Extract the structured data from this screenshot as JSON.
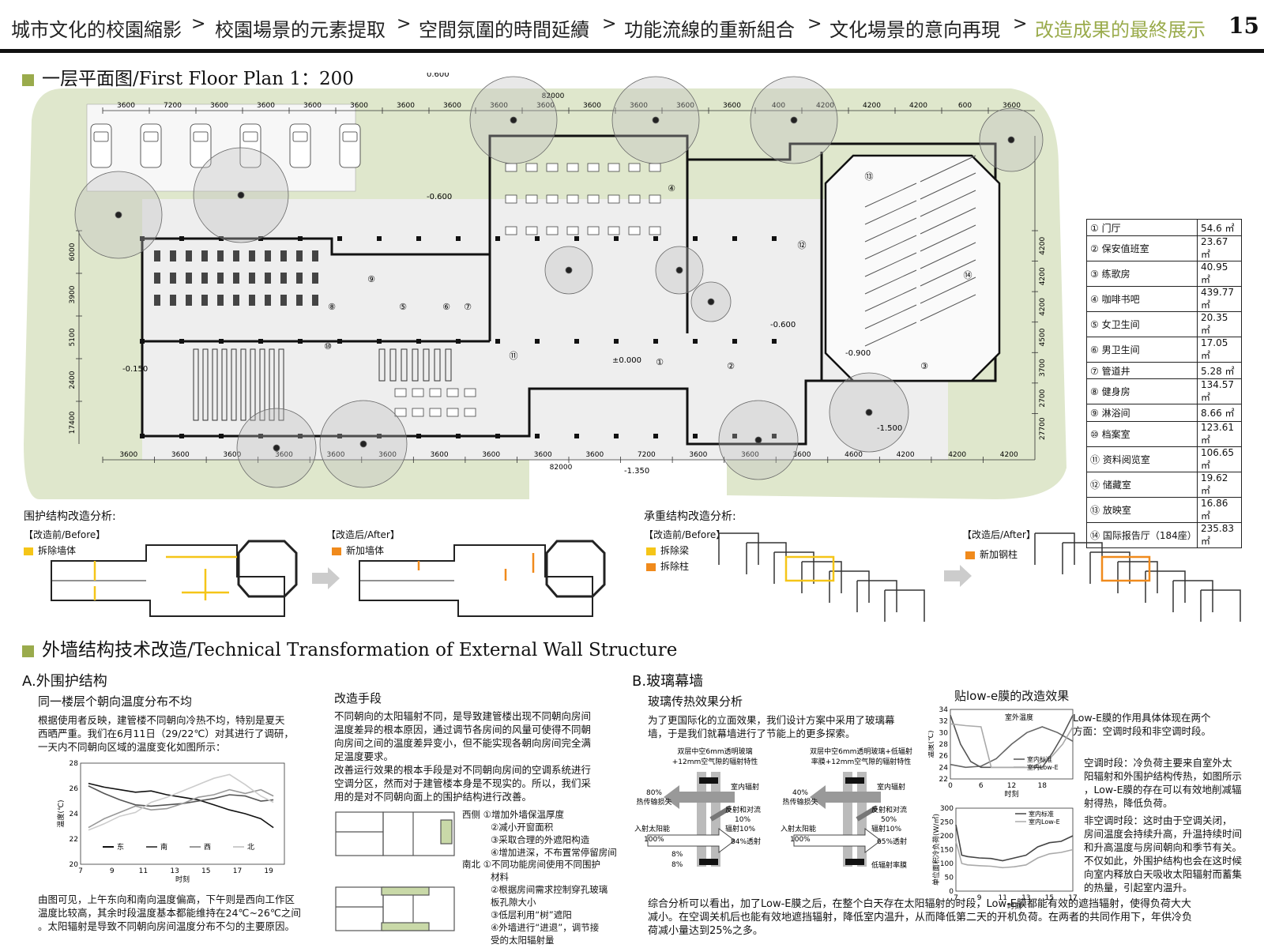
{
  "nav": {
    "items": [
      "城市文化的校園縮影",
      "校園場景的元素提取",
      "空間氛圍的時間延續",
      "功能流線的重新組合",
      "文化場景的意向再現",
      "改造成果的最終展示"
    ],
    "separator": ">",
    "page_number": "15"
  },
  "plan": {
    "title": "一层平面图/First Floor Plan 1：200",
    "elevations": [
      "0.600",
      "-0.600",
      "-0.600",
      "±0.000",
      "-0.150",
      "-0.900",
      "-1.500",
      "-1.350"
    ],
    "dims_top": [
      "3600",
      "7200",
      "3600",
      "3600",
      "3600",
      "3600",
      "3600",
      "3600",
      "3600",
      "3600",
      "3600",
      "3600",
      "3600",
      "3600",
      "400",
      "4200",
      "4200",
      "4200",
      "600",
      "3600"
    ],
    "dim_total_top": "82000",
    "dims_bottom": [
      "3600",
      "3600",
      "3600",
      "3600",
      "3600",
      "3600",
      "3600",
      "3600",
      "3600",
      "3600",
      "7200",
      "3600",
      "3600",
      "3600",
      "4600",
      "4200",
      "4200",
      "4200"
    ],
    "dim_total_bottom": "82000",
    "dims_left": [
      "6000",
      "3900",
      "5100",
      "2400",
      "17400"
    ],
    "dims_right": [
      "4200",
      "4200",
      "4200",
      "4500",
      "3700",
      "2700",
      "27700"
    ],
    "room_labels": [
      "①",
      "②",
      "③",
      "④",
      "⑤",
      "⑥",
      "⑦",
      "⑧",
      "⑨",
      "⑩",
      "⑪",
      "⑫",
      "⑬",
      "⑭"
    ]
  },
  "rooms_table": [
    {
      "no": "①",
      "name": "门厅",
      "area": "54.6 ㎡"
    },
    {
      "no": "②",
      "name": "保安值班室",
      "area": "23.67 ㎡"
    },
    {
      "no": "③",
      "name": "练歌房",
      "area": "40.95 ㎡"
    },
    {
      "no": "④",
      "name": "咖啡书吧",
      "area": "439.77 ㎡"
    },
    {
      "no": "⑤",
      "name": "女卫生间",
      "area": "20.35 ㎡"
    },
    {
      "no": "⑥",
      "name": "男卫生间",
      "area": "17.05 ㎡"
    },
    {
      "no": "⑦",
      "name": "管道井",
      "area": "5.28 ㎡"
    },
    {
      "no": "⑧",
      "name": "健身房",
      "area": "134.57 ㎡"
    },
    {
      "no": "⑨",
      "name": "淋浴间",
      "area": "8.66 ㎡"
    },
    {
      "no": "⑩",
      "name": "档案室",
      "area": "123.61 ㎡"
    },
    {
      "no": "⑪",
      "name": "资料阅览室",
      "area": "106.65 ㎡"
    },
    {
      "no": "⑫",
      "name": "储藏室",
      "area": "19.62 ㎡"
    },
    {
      "no": "⑬",
      "name": "放映室",
      "area": "16.86 ㎡"
    },
    {
      "no": "⑭",
      "name": "国际报告厅（184座）",
      "area": "235.83 ㎡"
    }
  ],
  "enclosure": {
    "title": "围护结构改造分析:",
    "before": "【改造前/Before】",
    "before_legend": "拆除墙体",
    "after": "【改造后/After】",
    "after_legend": "新加墙体"
  },
  "bearing": {
    "title": "承重结构改造分析:",
    "before": "【改造前/Before】",
    "legend1": "拆除梁",
    "legend2": "拆除柱",
    "after": "【改造后/After】",
    "after_legend": "新加钢柱"
  },
  "colors": {
    "accent": "#9aab4c",
    "remove": "#f5c518",
    "add": "#f08a1c",
    "green": "#dfe7cc"
  },
  "wall": {
    "title": "外墙结构技术改造/Technical Transformation of External Wall Structure",
    "A_title": "A.外围护结构",
    "A_sub": "同一楼层个朝向温度分布不均",
    "A_p1": [
      "根据使用者反映，建管楼不同朝向冷热不均，特别是夏天",
      "西晒严重。我们在6月11日（29/22℃）对其进行了调研，",
      "一天内不同朝向区域的温度变化如图所示："
    ],
    "A_p2": [
      "由图可见，上午东向和南向温度偏高，下午则是西向工作区",
      "温度比较高，其余时段温度基本都能维持在24℃~26℃之间",
      "。太阳辐射是导致不同朝向房间温度分布不匀的主要原因。"
    ],
    "method_title": "改造手段",
    "method_p": [
      "不同朝向的太阳辐射不同，是导致建管楼出现不同朝向房间",
      "温度差异的根本原因，通过调节各房间的风量可使得不同朝",
      "向房间之间的温度差异变小，但不能实现各朝向房间完全满",
      "足温度要求。",
      "改善运行效果的根本手段是对不同朝向房间的空调系统进行",
      "空调分区，然而对于建管楼本身是不现实的。所以，我们采",
      "用的是对不同朝向面上的围护结构进行改善。"
    ],
    "west_label": "西侧",
    "west_items": [
      "①增加外墙保温厚度",
      "②减小开窗面积",
      "③采取合理的外遮阳构造",
      "④增加进深，不布置常停留房间"
    ],
    "ns_label": "南北",
    "ns_items": [
      "①不同功能房间使用不同围护",
      "材料",
      "②根据房间需求控制穿孔玻璃",
      "板孔隙大小",
      "③低层利用“树”遮阳",
      "④外墙进行“进退”，调节接",
      "受的太阳辐射量"
    ],
    "B_title": "B.玻璃幕墙",
    "B_sub": "玻璃传热效果分析",
    "B_p1": [
      "为了更国际化的立面效果，我们设计方案中采用了玻璃幕",
      "墙，于是我们就幕墙进行了节能上的更多探索。"
    ],
    "glass1_title": [
      "双层中空6mm透明玻璃",
      "+12mm空气隙的辐射特性"
    ],
    "glass1": {
      "loss": "80%",
      "loss_label": "热传输损失",
      "indoor": "室内辐射",
      "refl": "反射和对流",
      "refl_pct": "10%",
      "rad": "辐射10%",
      "in_label": "入射太阳能",
      "in_pct": "100%",
      "trans": "84%透射",
      "r1": "8%",
      "r2": "8%"
    },
    "glass2_title": [
      "双层中空6mm透明玻璃+低辐射",
      "率膜+12mm空气隙的辐射特性"
    ],
    "glass2": {
      "loss": "40%",
      "loss_label": "热传输损失",
      "indoor": "室内辐射",
      "refl": "反射和对流",
      "refl_pct": "50%",
      "rad": "辐射10%",
      "in_label": "入射太阳能",
      "in_pct": "100%",
      "trans": "65%透射",
      "film": "低辐射率膜"
    },
    "lowe_title": "贴low-e膜的改造效果",
    "lowe_p1": [
      "Low-E膜的作用具体体现在两个",
      "方面：空调时段和非空调时段。"
    ],
    "lowe_p2": [
      "空调时段：冷负荷主要来自室外太",
      "阳辐射和外围护结构传热，如图所示",
      "，Low-E膜的存在可以有效地削减辐",
      "射得热，降低负荷。"
    ],
    "lowe_p3": [
      "非空调时段：这时由于空调关闭，",
      "房间温度会持续升高，升温持续时间",
      "和升高温度与房间朝向和季节有关。",
      "不仅如此，外围护结构也会在这时候",
      "向室内释放白天吸收太阳辐射而蓄集",
      "的热量，引起室内温升。"
    ],
    "conclusion": [
      "综合分析可以看出，加了Low-E膜之后，在整个白天存在太阳辐射的时段，Low-E膜都能有效的遮挡辐射，使得负荷大大",
      "减小。在空调关机后也能有效地遮挡辐射，降低室内温升，从而降低第二天的开机负荷。在两者的共同作用下，年供冷负",
      "荷减小量达到25%之多。"
    ]
  },
  "chart_data": [
    {
      "type": "line",
      "title": "",
      "xlabel": "时刻",
      "ylabel": "温度(℃)",
      "xlim": [
        7,
        20
      ],
      "ylim": [
        20,
        28
      ],
      "xticks": [
        7,
        9,
        11,
        13,
        15,
        17,
        19
      ],
      "yticks": [
        20,
        22,
        24,
        26,
        28
      ],
      "legend": "bottom",
      "grid": false,
      "series": [
        {
          "name": "东",
          "color": "#111",
          "x": [
            7.5,
            8.5,
            9.5,
            10.5,
            11.5,
            12.5,
            13.5,
            14.5,
            15.5,
            16.5,
            17.5,
            18.5,
            19.3
          ],
          "y": [
            26.4,
            26.1,
            25.9,
            25.7,
            25.8,
            25.5,
            25.3,
            25.1,
            24.7,
            24.3,
            24.0,
            23.6,
            22.9
          ]
        },
        {
          "name": "南",
          "color": "#555",
          "x": [
            7.5,
            8.5,
            9.5,
            10.5,
            11.5,
            12.5,
            13.5,
            14.5,
            15.5,
            16.5,
            17.5,
            18.5,
            19.3
          ],
          "y": [
            26.2,
            25.6,
            25.1,
            24.7,
            24.6,
            24.7,
            24.8,
            25.0,
            25.2,
            25.5,
            25.4,
            25.0,
            25.1
          ]
        },
        {
          "name": "西",
          "color": "#999",
          "x": [
            7.5,
            8.5,
            9.5,
            10.5,
            11.5,
            12.5,
            13.5,
            14.5,
            15.5,
            16.5,
            17.5,
            18.5,
            19.3
          ],
          "y": [
            22.9,
            23.6,
            24.1,
            24.6,
            24.3,
            24.4,
            24.8,
            25.3,
            25.5,
            25.9,
            25.6,
            25.9,
            25.4
          ]
        },
        {
          "name": "北",
          "color": "#ccc",
          "x": [
            7.5,
            8.5,
            9.5,
            10.5,
            11.5,
            12.5,
            13.5,
            14.5,
            15.5,
            16.5,
            17.5,
            18.5,
            19.3
          ],
          "y": [
            22.7,
            23.2,
            23.8,
            24.1,
            24.9,
            25.3,
            25.8,
            26.3,
            26.8,
            27.1,
            26.3,
            25.4,
            24.9
          ]
        }
      ]
    },
    {
      "type": "line",
      "title": "室外温度",
      "xlabel": "时刻",
      "ylabel": "温度(℃)",
      "xlim": [
        0,
        24
      ],
      "ylim": [
        22,
        34
      ],
      "xticks": [
        0,
        6,
        12,
        18
      ],
      "yticks": [
        22,
        24,
        26,
        28,
        30,
        32,
        34
      ],
      "legend": "bottom-right",
      "grid": false,
      "series": [
        {
          "name": "",
          "color": "#666",
          "x": [
            0,
            3,
            6,
            9,
            12,
            15,
            18,
            21,
            24
          ],
          "y": [
            24.5,
            24.0,
            24.2,
            25.5,
            28.0,
            30.0,
            31.0,
            30.0,
            28.5
          ]
        },
        {
          "name": "室内标准",
          "color": "#555",
          "x": [
            0,
            2,
            4,
            6,
            8,
            10,
            12,
            14,
            16,
            18,
            20,
            22,
            24
          ],
          "y": [
            33.0,
            28.0,
            25.0,
            24.0,
            24.0,
            24.0,
            24.0,
            24.0,
            24.0,
            24.0,
            26.5,
            29.5,
            33.0
          ]
        },
        {
          "name": "室内Low-E",
          "color": "#aaa",
          "x": [
            0,
            3,
            6,
            8,
            12,
            16,
            20,
            22,
            24
          ],
          "y": [
            31.5,
            31.2,
            31.0,
            24.0,
            24.0,
            24.0,
            26.0,
            28.0,
            31.0
          ]
        }
      ]
    },
    {
      "type": "line",
      "title": "",
      "xlabel": "时刻",
      "ylabel": "单位面积冷负荷(W/㎡)",
      "xlim": [
        7,
        17
      ],
      "ylim": [
        0,
        300
      ],
      "xticks": [
        7,
        9,
        11,
        13,
        15,
        17
      ],
      "yticks": [
        0,
        50,
        100,
        150,
        200,
        250,
        300
      ],
      "legend": "top-right",
      "grid": false,
      "series": [
        {
          "name": "室内标准",
          "color": "#444",
          "x": [
            7,
            7.5,
            8,
            9,
            10,
            11,
            12,
            13,
            14,
            15,
            16,
            17
          ],
          "y": [
            240,
            130,
            125,
            120,
            118,
            110,
            120,
            130,
            160,
            175,
            180,
            200
          ]
        },
        {
          "name": "室内Low-E",
          "color": "#aaa",
          "x": [
            7,
            7.5,
            8,
            9,
            10,
            11,
            12,
            13,
            14,
            15,
            16,
            17
          ],
          "y": [
            180,
            100,
            95,
            92,
            90,
            85,
            88,
            95,
            120,
            135,
            140,
            150
          ]
        }
      ]
    }
  ]
}
